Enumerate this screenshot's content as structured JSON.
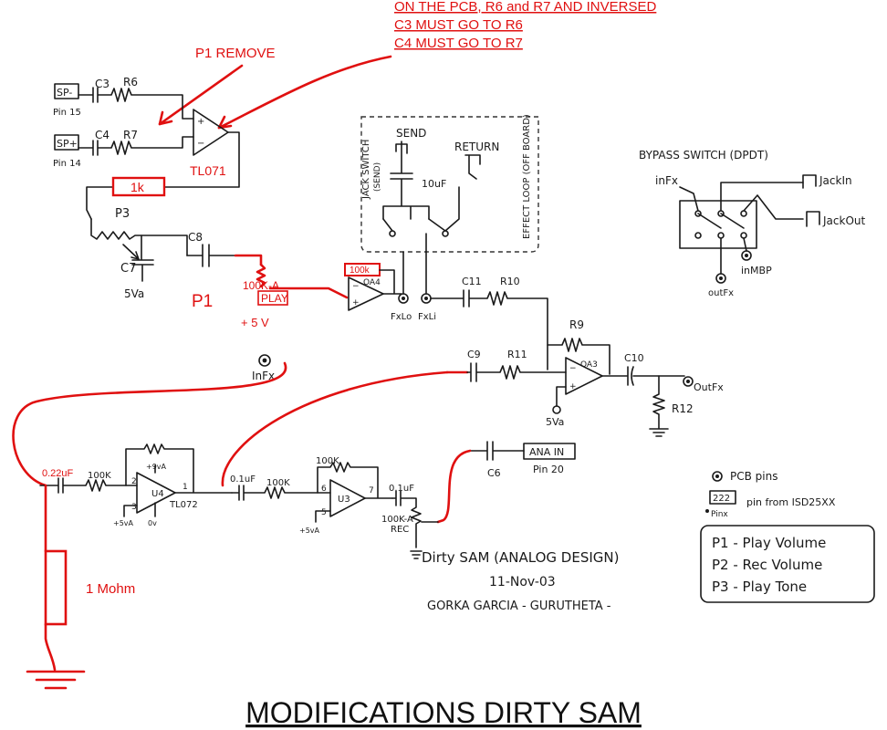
{
  "notes": {
    "pcb_line1": "ON THE PCB, R6 and R7 AND INVERSED",
    "pcb_line2": "C3 MUST GO TO R6",
    "pcb_line3": "C4 MUST GO TO R7",
    "p1_remove": "P1 REMOVE",
    "r_1k": "1k",
    "tl071": "TL071",
    "p1_mark": "P1",
    "pot_play_value": "100K-A",
    "pot_play_label": "PLAY",
    "plus5v": "+ 5 V",
    "oa4_value": "100k",
    "cap_022": "0.22uF",
    "r_100k_a": "100K",
    "tl072": "TL072",
    "cap_01_a": "0.1uF",
    "r_100k_b": "100K",
    "r_100k_fb": "100K",
    "cap_01_b": "0.1uF",
    "pot_rec_value": "100K-A",
    "pot_rec_label": "REC",
    "one_mohm": "1 Mohm",
    "title": "MODIFICATIONS DIRTY SAM",
    "u4": "U4",
    "u3": "U3",
    "pin2": "2",
    "pin3": "3",
    "pin1": "1",
    "pin6": "6",
    "pin5": "5",
    "pin7": "7",
    "plus9va": "+9vA",
    "plus5va_a": "+5vA",
    "plus5va_b": "+5vA",
    "zero_v": "0v"
  },
  "handwritten": {
    "sp_minus": "SP-",
    "pin15": "Pin 15",
    "sp_plus": "SP+",
    "pin14": "Pin 14",
    "c3": "C3",
    "r6": "R6",
    "c4": "C4",
    "r7": "R7",
    "p3": "P3",
    "c7": "C7",
    "c8": "C8",
    "vref1": "5Va",
    "send": "SEND",
    "return": "RETURN",
    "jack_switch": "JACK SWITCH",
    "jack_switch_sub": "(SEND)",
    "cap10u": "10uF",
    "effect_loop": "EFFECT LOOP (OFF BOARD)",
    "oa4": "OA4",
    "fxlo": "FxLo",
    "fxli": "FxLi",
    "c11": "C11",
    "r10": "R10",
    "r9": "R9",
    "c9": "C9",
    "r11": "R11",
    "oa3": "OA3",
    "c10": "C10",
    "outfx": "OutFx",
    "r12": "R12",
    "vref2": "5Va",
    "infx": "InFx",
    "c6": "C6",
    "anain": "ANA IN",
    "pin20": "Pin 20",
    "bypass": "BYPASS  SWITCH  (DPDT)",
    "infx2": "inFx",
    "jackin": "JackIn",
    "jackout": "JackOut",
    "inmbp": "inMBP",
    "outfx2": "outFx",
    "pcb_pins": "PCB pins",
    "pin_box": "222",
    "pinx": "Pinx",
    "pin_from": "pin from ISD25XX",
    "p1_desc": "P1 - Play Volume",
    "p2_desc": "P2 - Rec Volume",
    "p3_desc": "P3 - Play Tone",
    "sig1": "Dirty SAM (ANALOG DESIGN)",
    "sig2": "11-Nov-03",
    "sig3": "GORKA GARCIA - GURUTHETA -"
  },
  "colors": {
    "annotation": "#e01010",
    "ink": "#1a1a1a",
    "background": "#ffffff"
  }
}
